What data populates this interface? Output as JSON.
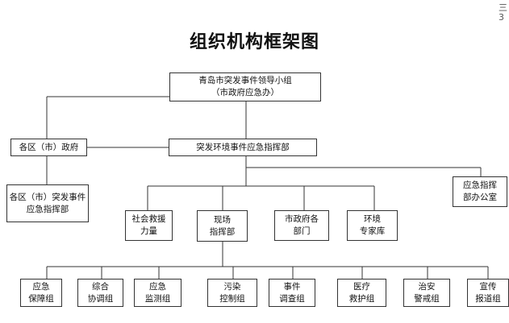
{
  "title": "组织机构框架图",
  "edge_text": "三\n3",
  "nodes": {
    "leader": [
      "青岛市突发事件领导小组",
      "（市政府应急办）"
    ],
    "district_gov": [
      "各区（市）政府"
    ],
    "command": [
      "突发环境事件应急指挥部"
    ],
    "district_cmd": [
      "各区（市）突发事件",
      "应急指挥部"
    ],
    "office": [
      "应急指挥",
      "部办公室"
    ],
    "social": [
      "社会救援",
      "力量"
    ],
    "site": [
      "现场",
      "指挥部"
    ],
    "depts": [
      "市政府各",
      "部门"
    ],
    "experts": [
      "环境",
      "专家库"
    ],
    "teams": [
      [
        "应急",
        "保障组"
      ],
      [
        "综合",
        "协调组"
      ],
      [
        "应急",
        "监测组"
      ],
      [
        "污染",
        "控制组"
      ],
      [
        "事件",
        "调查组"
      ],
      [
        "医疗",
        "救护组"
      ],
      [
        "治安",
        "警戒组"
      ],
      [
        "宣传",
        "报道组"
      ]
    ]
  }
}
